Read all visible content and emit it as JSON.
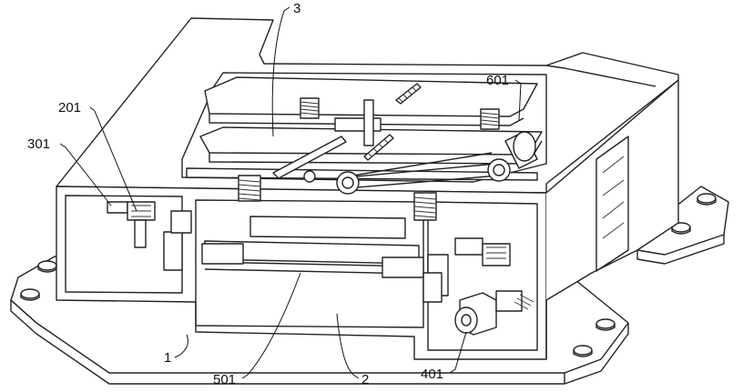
{
  "callouts": {
    "c3": "3",
    "c601": "601",
    "c201": "201",
    "c301": "301",
    "c1": "1",
    "c501": "501",
    "c2": "2",
    "c401": "401"
  }
}
